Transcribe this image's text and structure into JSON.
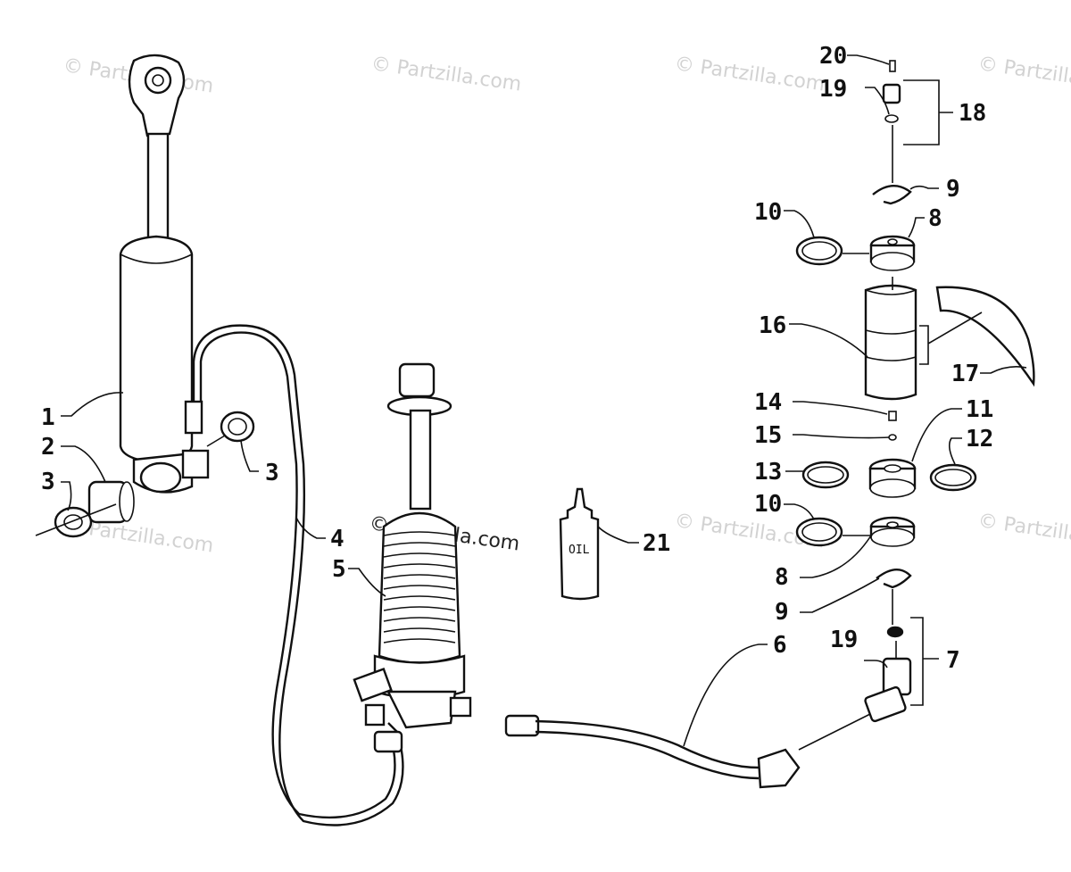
{
  "watermark": "© Partzilla.com",
  "oil_label": "OIL",
  "callouts": {
    "c1": "1",
    "c2": "2",
    "c3a": "3",
    "c3b": "3",
    "c4": "4",
    "c5": "5",
    "c6": "6",
    "c7": "7",
    "c8a": "8",
    "c8b": "8",
    "c9a": "9",
    "c9b": "9",
    "c10a": "10",
    "c10b": "10",
    "c11": "11",
    "c12": "12",
    "c13": "13",
    "c14": "14",
    "c15": "15",
    "c16": "16",
    "c17": "17",
    "c18": "18",
    "c19a": "19",
    "c19b": "19",
    "c20": "20",
    "c21": "21"
  },
  "colors": {
    "line": "#111111",
    "watermark": "#d2d2d2",
    "background": "#ffffff"
  }
}
